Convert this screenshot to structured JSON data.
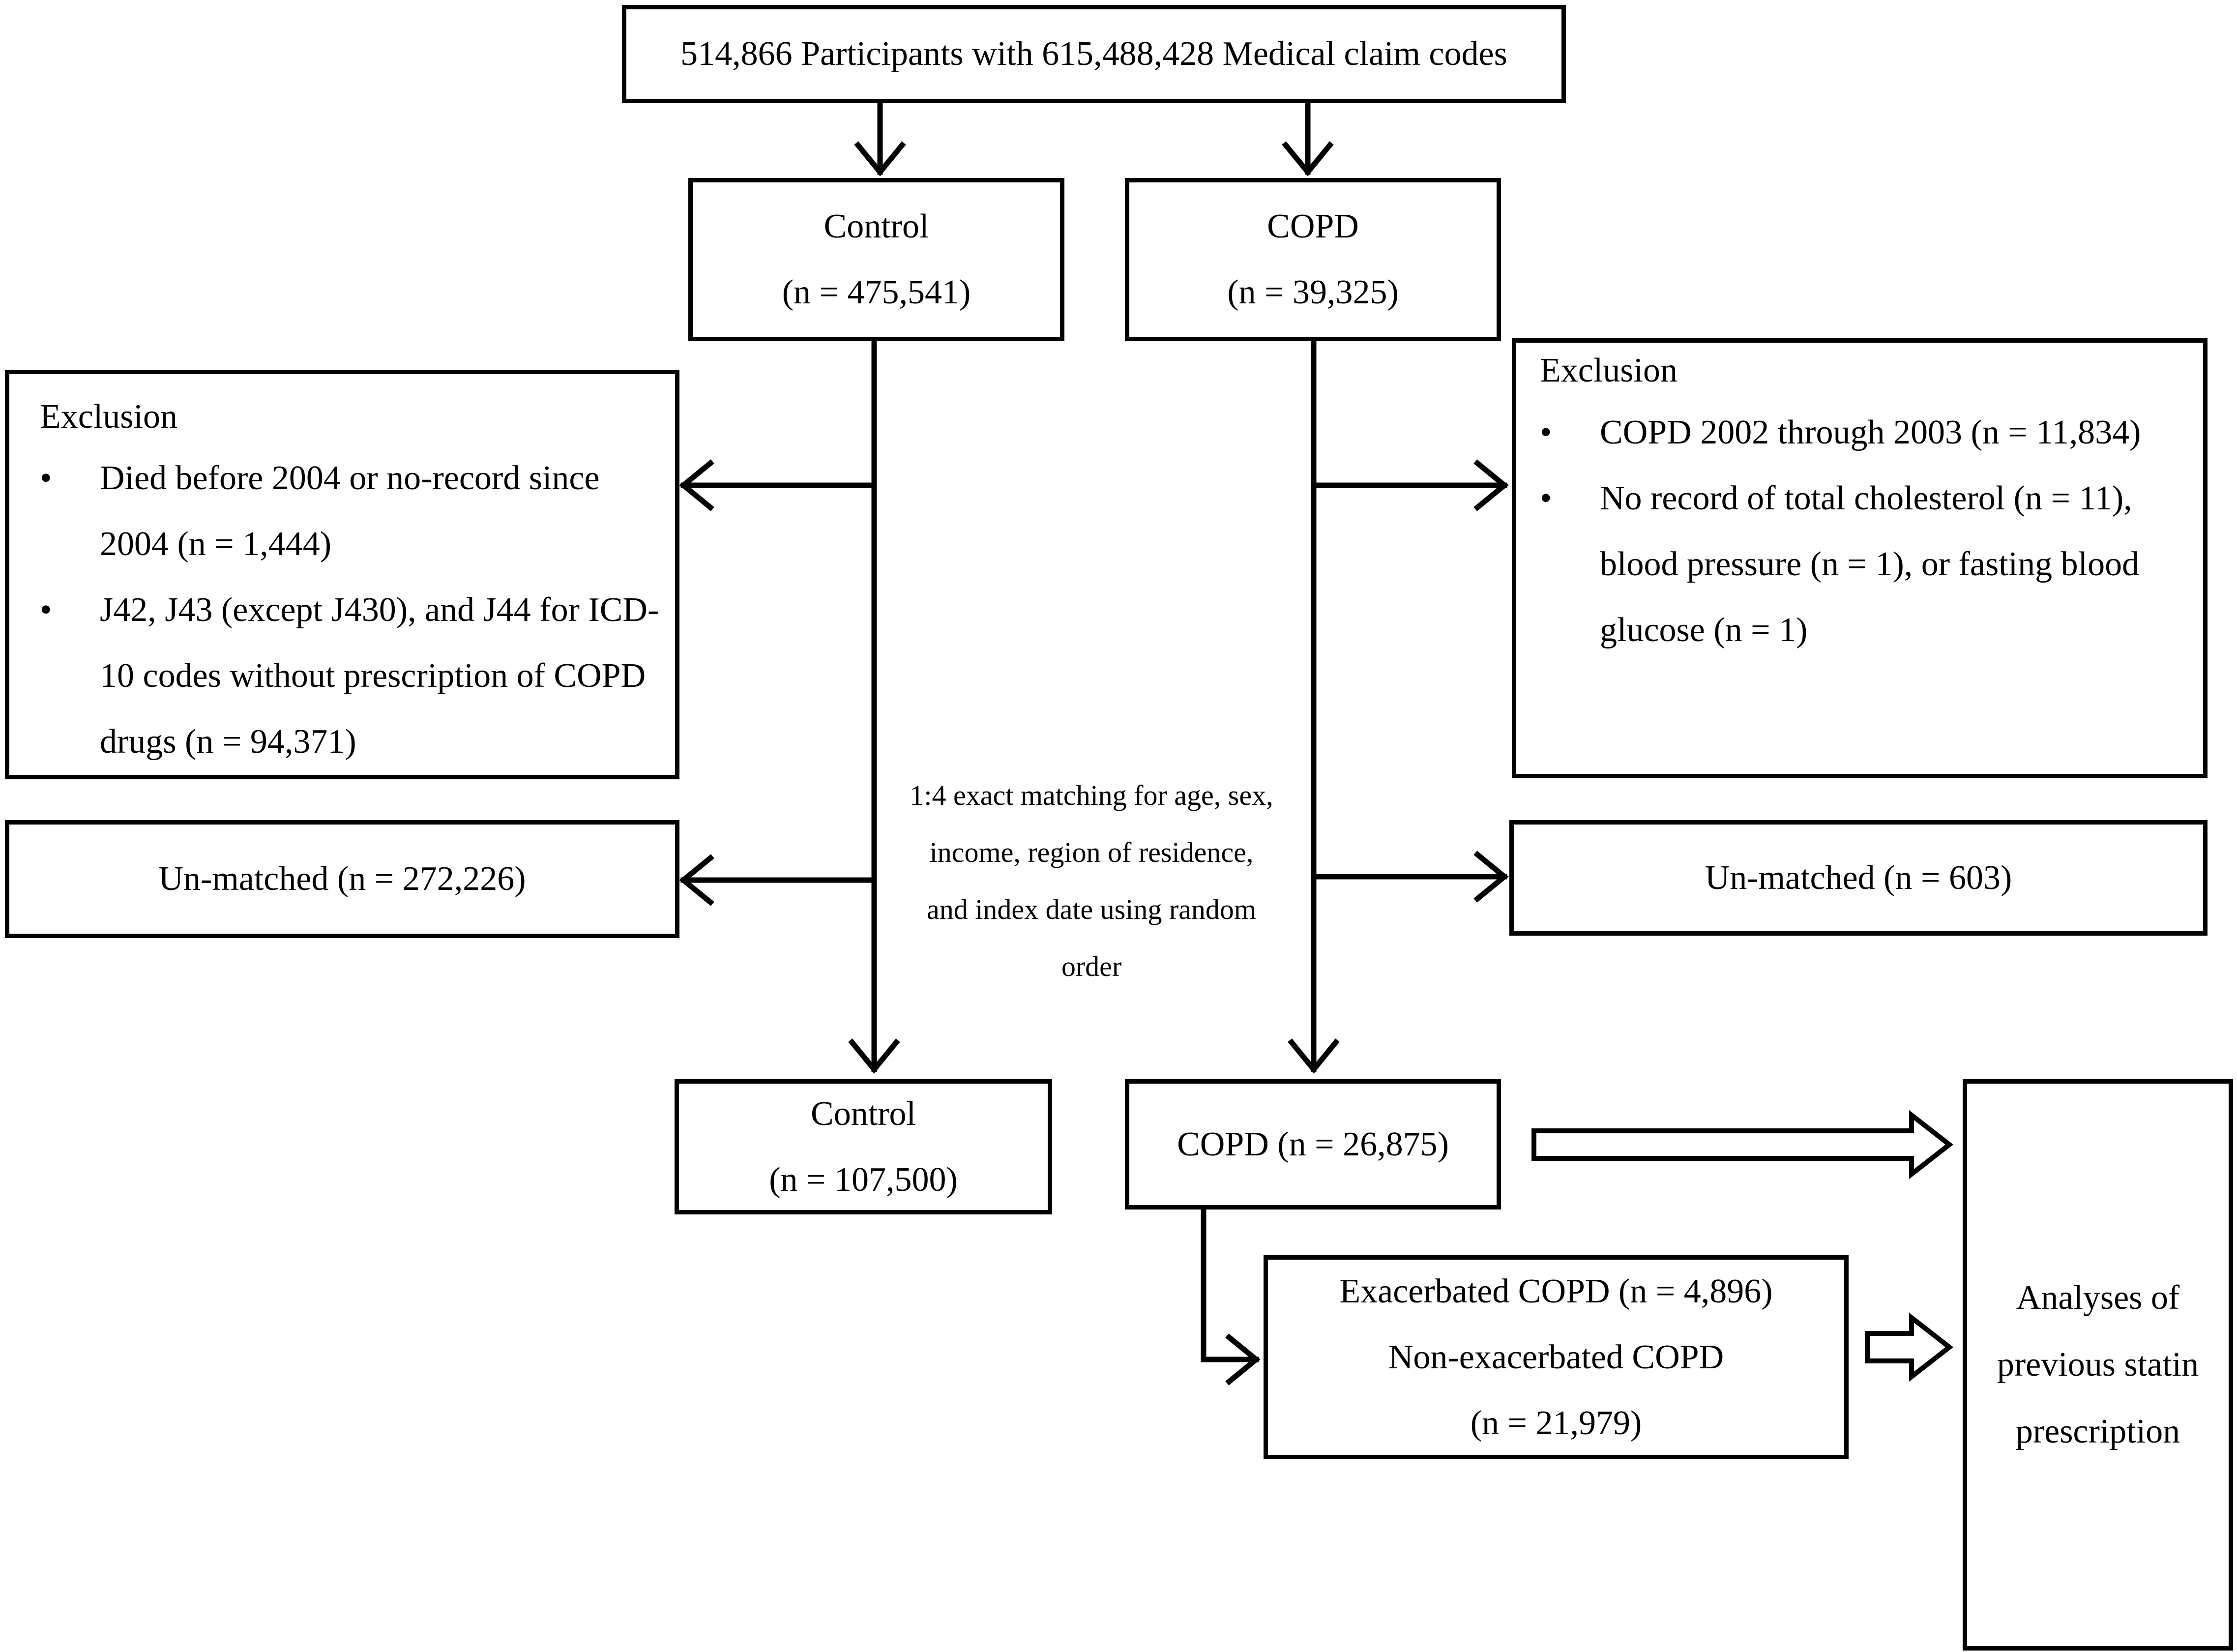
{
  "source": {
    "text": "514,866 Participants with  615,488,428 Medical claim codes"
  },
  "control_initial": {
    "title": "Control",
    "n": "(n = 475,541)"
  },
  "copd_initial": {
    "title": "COPD",
    "n": "(n = 39,325)"
  },
  "control_exclusion": {
    "heading": "Exclusion",
    "items": [
      "Died before 2004 or no-record since 2004 (n = 1,444)",
      "J42, J43 (except J430), and J44 for ICD-10 codes without prescription of COPD drugs (n = 94,371)"
    ]
  },
  "copd_exclusion": {
    "heading": "Exclusion",
    "items": [
      "COPD 2002 through 2003 (n = 11,834)",
      "No record of total cholesterol (n = 11), blood pressure (n = 1), or fasting blood glucose (n = 1)"
    ]
  },
  "control_unmatched": {
    "text": "Un-matched (n = 272,226)"
  },
  "copd_unmatched": {
    "text": "Un-matched (n = 603)"
  },
  "matching_note": {
    "text": "1:4 exact matching for age, sex, income, region of residence, and index date using random order"
  },
  "control_final": {
    "title": "Control",
    "n": "(n = 107,500)"
  },
  "copd_final": {
    "text": "COPD (n = 26,875)"
  },
  "copd_subgroups": {
    "exacerbated": "Exacerbated COPD (n = 4,896)",
    "non_exacerbated": "Non-exacerbated COPD",
    "non_exacerbated_n": "(n = 21,979)"
  },
  "analysis": {
    "text": "Analyses of previous statin prescription"
  },
  "colors": {
    "line": "#000000",
    "background": "#ffffff"
  }
}
